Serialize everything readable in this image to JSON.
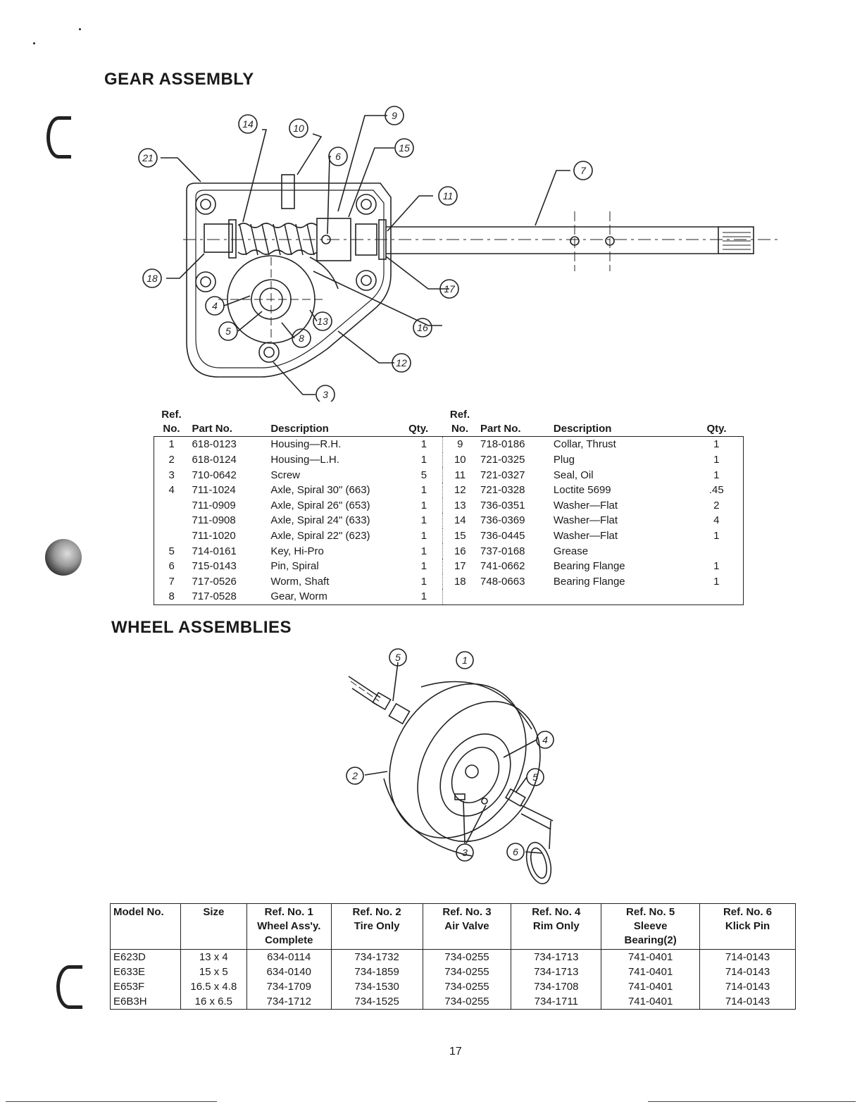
{
  "gear_section": {
    "title": "GEAR ASSEMBLY",
    "callouts": [
      "21",
      "14",
      "10",
      "9",
      "6",
      "15",
      "11",
      "7",
      "18",
      "4",
      "5",
      "8",
      "13",
      "16",
      "17",
      "12",
      "3"
    ]
  },
  "gear_table": {
    "headers": {
      "ref_top": "Ref.",
      "ref_bottom": "No.",
      "part": "Part No.",
      "desc": "Description",
      "qty": "Qty."
    },
    "left_rows": [
      {
        "ref": "1",
        "part": "618-0123",
        "desc": "Housing—R.H.",
        "qty": "1"
      },
      {
        "ref": "2",
        "part": "618-0124",
        "desc": "Housing—L.H.",
        "qty": "1"
      },
      {
        "ref": "3",
        "part": "710-0642",
        "desc": "Screw",
        "qty": "5"
      },
      {
        "ref": "4",
        "part": "711-1024",
        "desc": "Axle, Spiral 30\" (663)",
        "qty": "1"
      },
      {
        "ref": "",
        "part": "711-0909",
        "desc": "Axle, Spiral 26\" (653)",
        "qty": "1"
      },
      {
        "ref": "",
        "part": "711-0908",
        "desc": "Axle, Spiral 24\" (633)",
        "qty": "1"
      },
      {
        "ref": "",
        "part": "711-1020",
        "desc": "Axle, Spiral 22\" (623)",
        "qty": "1"
      },
      {
        "ref": "5",
        "part": "714-0161",
        "desc": "Key, Hi-Pro",
        "qty": "1"
      },
      {
        "ref": "6",
        "part": "715-0143",
        "desc": "Pin, Spiral",
        "qty": "1"
      },
      {
        "ref": "7",
        "part": "717-0526",
        "desc": "Worm, Shaft",
        "qty": "1"
      },
      {
        "ref": "8",
        "part": "717-0528",
        "desc": "Gear, Worm",
        "qty": "1"
      }
    ],
    "right_rows": [
      {
        "ref": "9",
        "part": "718-0186",
        "desc": "Collar, Thrust",
        "qty": "1"
      },
      {
        "ref": "10",
        "part": "721-0325",
        "desc": "Plug",
        "qty": "1"
      },
      {
        "ref": "11",
        "part": "721-0327",
        "desc": "Seal, Oil",
        "qty": "1"
      },
      {
        "ref": "12",
        "part": "721-0328",
        "desc": "Loctite 5699",
        "qty": ".45"
      },
      {
        "ref": "13",
        "part": "736-0351",
        "desc": "Washer—Flat",
        "qty": "2"
      },
      {
        "ref": "14",
        "part": "736-0369",
        "desc": "Washer—Flat",
        "qty": "4"
      },
      {
        "ref": "15",
        "part": "736-0445",
        "desc": "Washer—Flat",
        "qty": "1"
      },
      {
        "ref": "16",
        "part": "737-0168",
        "desc": "Grease",
        "qty": ""
      },
      {
        "ref": "17",
        "part": "741-0662",
        "desc": "Bearing Flange",
        "qty": "1"
      },
      {
        "ref": "18",
        "part": "748-0663",
        "desc": "Bearing Flange",
        "qty": "1"
      },
      {
        "ref": "",
        "part": "",
        "desc": "",
        "qty": ""
      }
    ]
  },
  "wheel_section": {
    "title": "WHEEL ASSEMBLIES",
    "callouts": [
      "5",
      "1",
      "4",
      "2",
      "5",
      "3",
      "6"
    ]
  },
  "wheel_table": {
    "headers": {
      "model": "Model No.",
      "size": "Size",
      "ref1": [
        "Ref. No. 1",
        "Wheel Ass'y.",
        "Complete"
      ],
      "ref2": [
        "Ref. No. 2",
        "Tire Only"
      ],
      "ref3": [
        "Ref. No. 3",
        "Air Valve"
      ],
      "ref4": [
        "Ref. No. 4",
        "Rim Only"
      ],
      "ref5": [
        "Ref. No. 5",
        "Sleeve",
        "Bearing(2)"
      ],
      "ref6": [
        "Ref. No. 6",
        "Klick Pin"
      ]
    },
    "rows": [
      {
        "model": "E623D",
        "size": "13 x 4",
        "ref1": "634-0114",
        "ref2": "734-1732",
        "ref3": "734-0255",
        "ref4": "734-1713",
        "ref5": "741-0401",
        "ref6": "714-0143"
      },
      {
        "model": "E633E",
        "size": "15 x 5",
        "ref1": "634-0140",
        "ref2": "734-1859",
        "ref3": "734-0255",
        "ref4": "734-1713",
        "ref5": "741-0401",
        "ref6": "714-0143"
      },
      {
        "model": "E653F",
        "size": "16.5 x 4.8",
        "ref1": "734-1709",
        "ref2": "734-1530",
        "ref3": "734-0255",
        "ref4": "734-1708",
        "ref5": "741-0401",
        "ref6": "714-0143"
      },
      {
        "model": "E6B3H",
        "size": "16 x 6.5",
        "ref1": "734-1712",
        "ref2": "734-1525",
        "ref3": "734-0255",
        "ref4": "734-1711",
        "ref5": "741-0401",
        "ref6": "714-0143"
      }
    ]
  },
  "page_number": "17"
}
